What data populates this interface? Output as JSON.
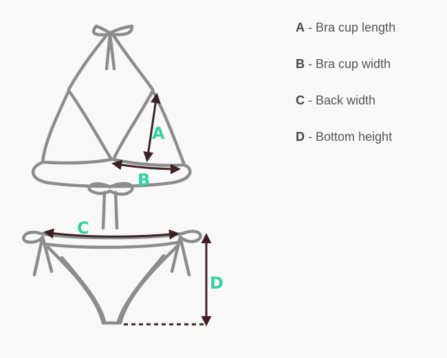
{
  "diagram": {
    "labels": {
      "a": "A",
      "b": "B",
      "c": "C",
      "d": "D"
    },
    "legend": [
      {
        "letter": "A",
        "text": " - Bra cup length"
      },
      {
        "letter": "B",
        "text": " - Bra cup width"
      },
      {
        "letter": "C",
        "text": " - Back width"
      },
      {
        "letter": "D",
        "text": " - Bottom height"
      }
    ],
    "colors": {
      "outline": "#8c8c8c",
      "arrow": "#3a2226",
      "label": "#2fd3a1",
      "background": "#f8f8f8"
    }
  }
}
